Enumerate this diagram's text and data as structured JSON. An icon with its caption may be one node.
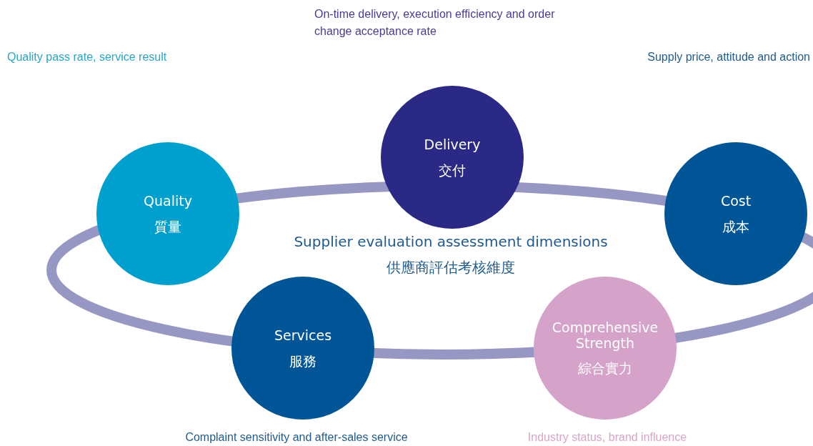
{
  "diagram": {
    "title": "Supplier evaluation assessment dimensions",
    "nodes": [
      {
        "text": [
          "Quality",
          "質量"
        ]
      },
      {
        "text": [
          "Delivery",
          "交付"
        ]
      },
      {
        "text": [
          "Cost",
          "成本"
        ]
      },
      {
        "text": [
          "Services",
          "服務"
        ],
        "beside": [
          "Complaint sensitivity and after-sales service"
        ]
      },
      {
        "text": [
          "Comprehensive Strength",
          "綜合實力"
        ],
        "beside": [
          "Industry status, brand influence"
        ]
      }
    ],
    "labels": [
      "On-time delivery, execution efficiency and order change acceptance rate",
      "Quality pass rate, service result",
      "Supply price, attitude and action",
      "供應商評估考核維度"
    ]
  }
}
